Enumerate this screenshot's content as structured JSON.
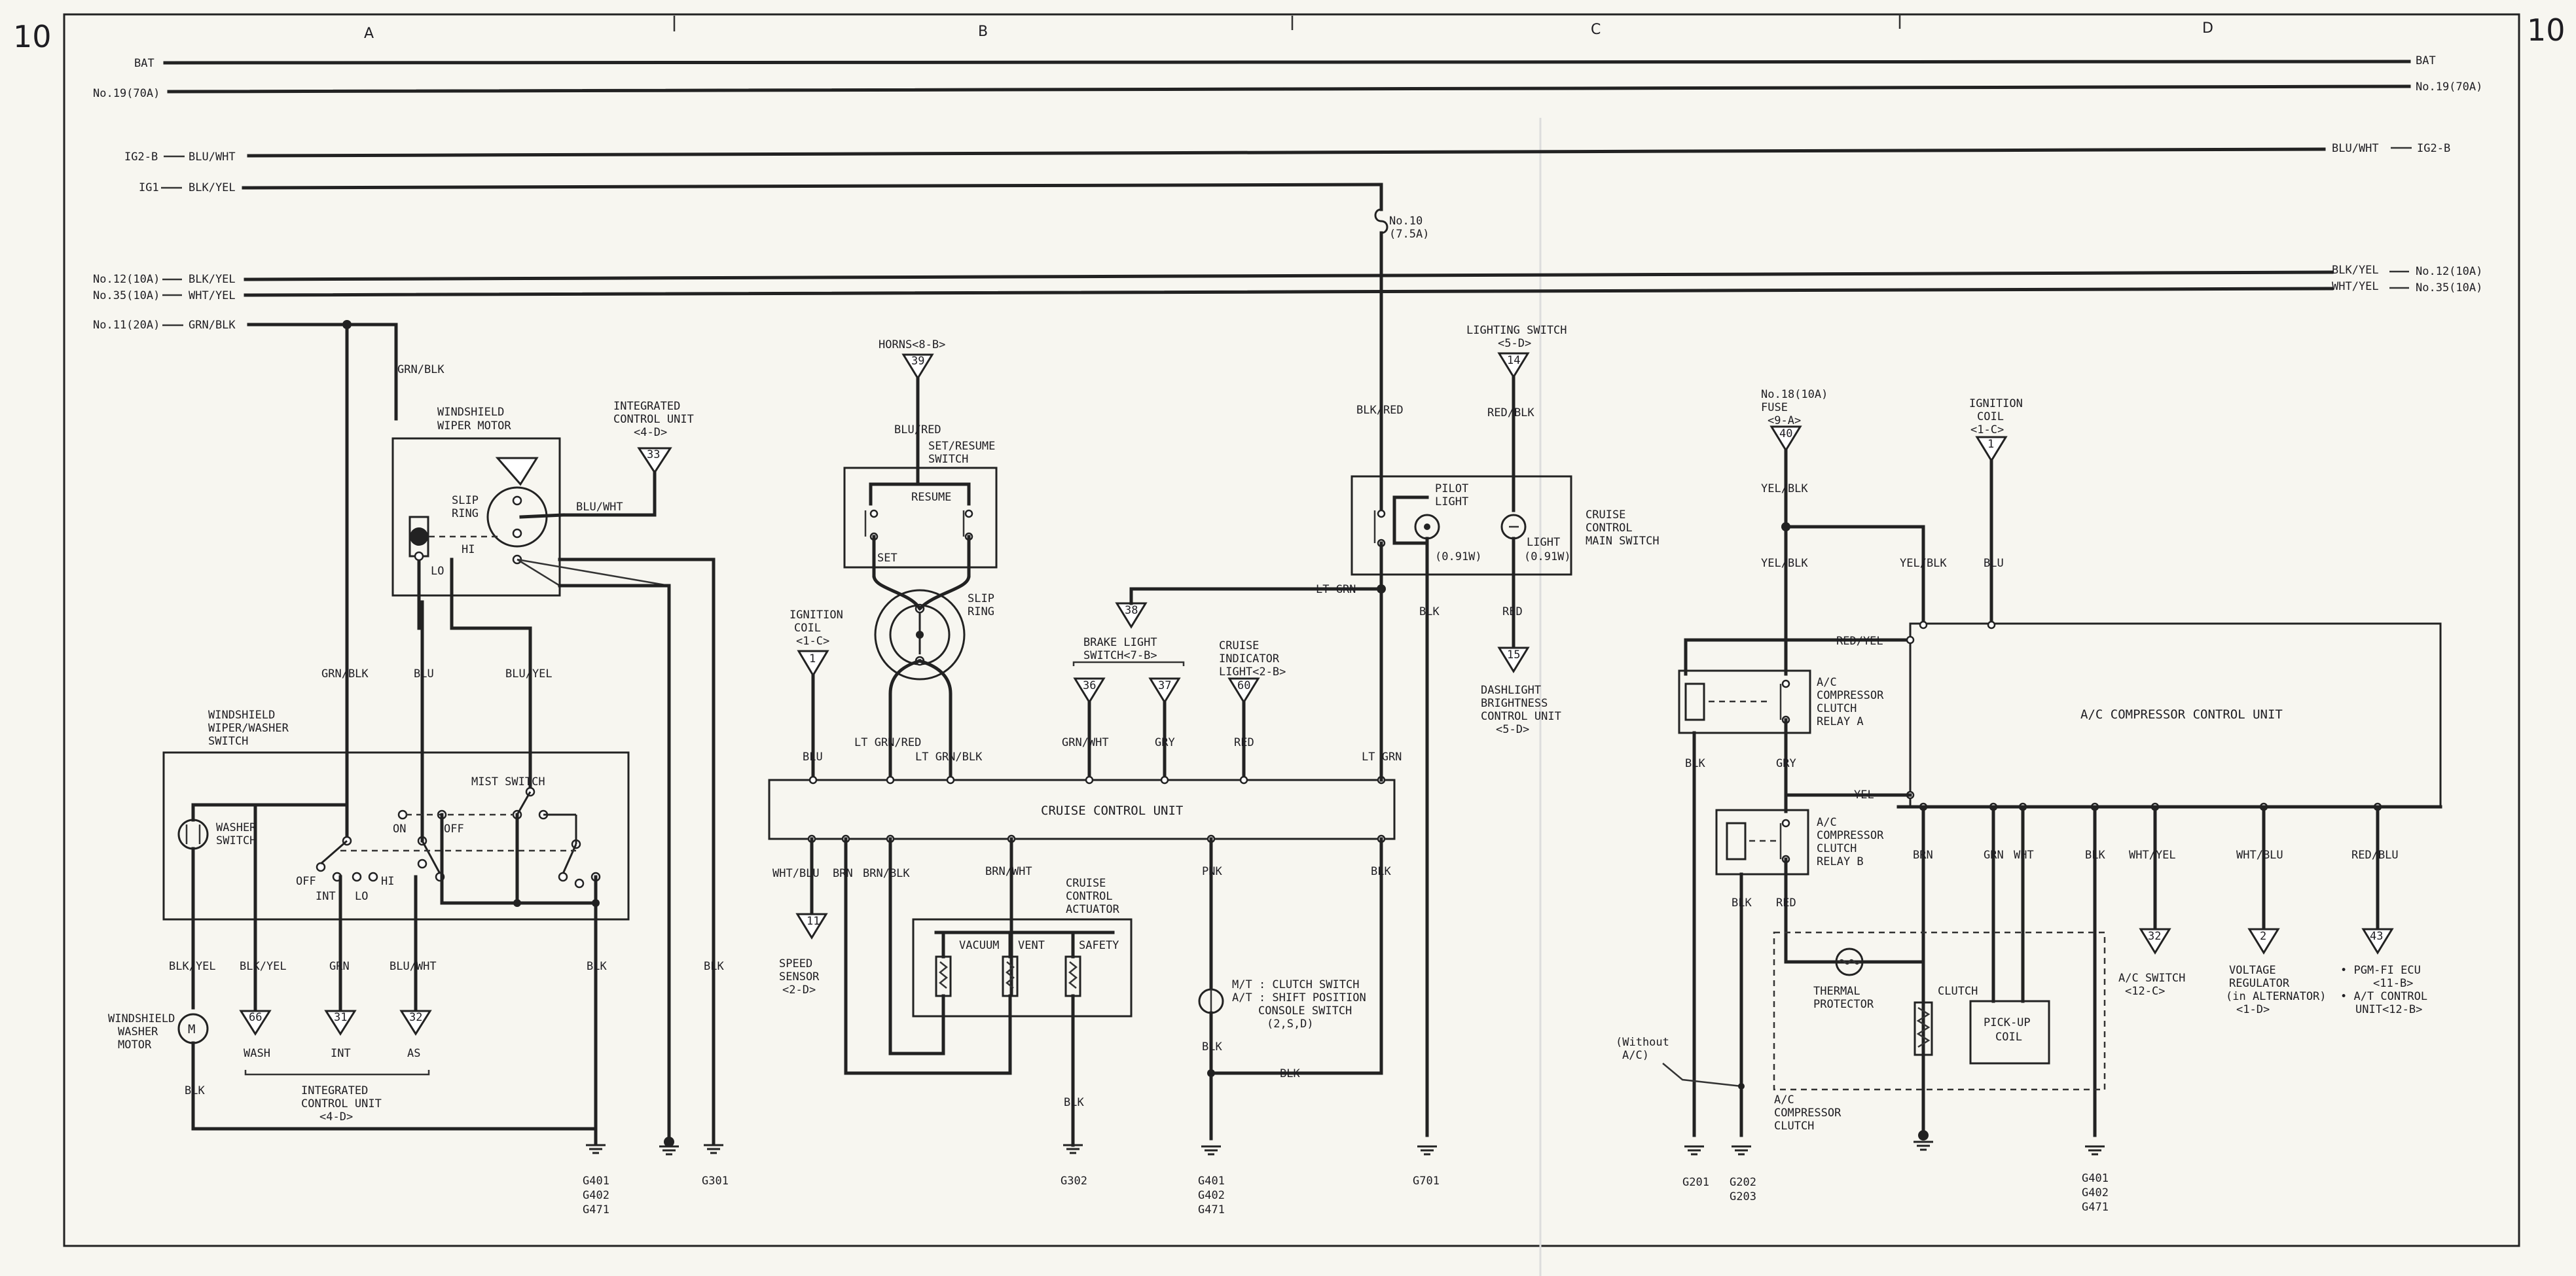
{
  "page": {
    "number_left": "10",
    "number_right": "10",
    "columns": [
      "A",
      "B",
      "C",
      "D"
    ]
  },
  "buses": {
    "bat_left": "BAT",
    "bat_right": "BAT",
    "no19_left": "No.19(70A)",
    "no19_right": "No.19(70A)",
    "ig2b_left": "IG2-B",
    "ig2b_left_wire": "BLU/WHT",
    "ig2b_right": "IG2-B",
    "ig2b_right_wire": "BLU/WHT",
    "ig1_left": "IG1",
    "ig1_left_wire": "BLK/YEL",
    "no12_left": "No.12(10A)",
    "no12_left_wire": "BLK/YEL",
    "no12_right": "No.12(10A)",
    "no12_right_wire": "BLK/YEL",
    "no35_left": "No.35(10A)",
    "no35_left_wire": "WHT/YEL",
    "no35_right": "No.35(10A)",
    "no35_right_wire": "WHT/YEL",
    "no11_left": "No.11(20A)",
    "no11_left_wire": "GRN/BLK"
  },
  "section_a": {
    "wire_grn_blk_top": "GRN/BLK",
    "wiper_motor_l1": "WINDSHIELD",
    "wiper_motor_l2": "WIPER MOTOR",
    "slip_ring_l1": "SLIP",
    "slip_ring_l2": "RING",
    "lo": "LO",
    "hi": "HI",
    "wire_blu_wht_motor": "BLU/WHT",
    "icu_l1": "INTEGRATED",
    "icu_l2": "CONTROL UNIT",
    "icu_l3": "<4-D>",
    "icu_pin": "33",
    "wire_grn_blk_mid": "GRN/BLK",
    "wire_blu_mid": "BLU",
    "wire_blu_yel_mid": "BLU/YEL",
    "sw_l1": "WINDSHIELD",
    "sw_l2": "WIPER/WASHER",
    "sw_l3": "SWITCH",
    "mist_switch": "MIST SWITCH",
    "on": "ON",
    "off_mist": "OFF",
    "washer_sw_l1": "WASHER",
    "washer_sw_l2": "SWITCH",
    "off": "OFF",
    "int": "INT",
    "lo2": "LO",
    "hi2": "HI",
    "wire_blk_yel_1": "BLK/YEL",
    "wire_blk_yel_2": "BLK/YEL",
    "wire_grn": "GRN",
    "wire_blu_wht_2": "BLU/WHT",
    "wire_blk_sw": "BLK",
    "wire_blk_right": "BLK",
    "pin_wash": "66",
    "pin_int": "31",
    "pin_as": "32",
    "wash": "WASH",
    "int_lbl": "INT",
    "as": "AS",
    "icu2_l1": "INTEGRATED",
    "icu2_l2": "CONTROL UNIT",
    "icu2_l3": "<4-D>",
    "washer_motor_l1": "WINDSHIELD",
    "washer_motor_l2": "WASHER",
    "washer_motor_l3": "MOTOR",
    "motor_m": "M",
    "wire_blk_motor": "BLK",
    "ground_1_l1": "G401",
    "ground_1_l2": "G402",
    "ground_1_l3": "G471",
    "ground_2": "G301"
  },
  "section_b": {
    "horns": "HORNS<8-B>",
    "horns_pin": "39",
    "wire_blu_red": "BLU/RED",
    "set_resume_l1": "SET/RESUME",
    "set_resume_l2": "SWITCH",
    "resume": "RESUME",
    "set": "SET",
    "slip_ring_l1": "SLIP",
    "slip_ring_l2": "RING",
    "ign_coil_l1": "IGNITION",
    "ign_coil_l2": "COIL",
    "ign_coil_l3": "<1-C>",
    "ign_coil_pin": "1",
    "wire_blu": "BLU",
    "wire_lt_grn_red": "LT GRN/RED",
    "wire_lt_grn_blk": "LT GRN/BLK",
    "brake_sw_l1": "BRAKE LIGHT",
    "brake_sw_l2": "SWITCH<7-B>",
    "brake_pin_1": "36",
    "brake_pin_2": "37",
    "pin_38": "38",
    "wire_grn_wht": "GRN/WHT",
    "wire_gry": "GRY",
    "cruise_ind_l1": "CRUISE",
    "cruise_ind_l2": "INDICATOR",
    "cruise_ind_l3": "LIGHT<2-B>",
    "cruise_ind_pin": "60",
    "wire_red": "RED",
    "wire_lt_grn": "LT GRN",
    "ccu": "CRUISE CONTROL UNIT",
    "wire_wht_blu": "WHT/BLU",
    "wire_brn": "BRN",
    "wire_brn_blk": "BRN/BLK",
    "wire_brn_wht": "BRN/WHT",
    "wire_pnk": "PNK",
    "wire_blk_ccu": "BLK",
    "speed_pin": "11",
    "speed_l1": "SPEED",
    "speed_l2": "SENSOR",
    "speed_l3": "<2-D>",
    "actuator_l1": "CRUISE",
    "actuator_l2": "CONTROL",
    "actuator_l3": "ACTUATOR",
    "vacuum": "VACUUM",
    "vent": "VENT",
    "safety": "SAFETY",
    "wire_blk_act": "BLK",
    "ground_g302": "G302",
    "clutch_sw_l1": "M/T : CLUTCH SWITCH",
    "clutch_sw_l2": "A/T : SHIFT POSITION",
    "clutch_sw_l3": "CONSOLE SWITCH",
    "clutch_sw_l4": "(2,S,D)",
    "wire_blk_clutch": "BLK",
    "wire_blk_link": "BLK",
    "ground_b_l1": "G401",
    "ground_b_l2": "G402",
    "ground_b_l3": "G471"
  },
  "section_c": {
    "fuse_l1": "No.10",
    "fuse_l2": "(7.5A)",
    "wire_blk_red": "BLK/RED",
    "lighting_sw_l1": "LIGHTING SWITCH",
    "lighting_sw_l2": "<5-D>",
    "lighting_pin": "14",
    "wire_red_blk": "RED/BLK",
    "pilot_l1": "PILOT",
    "pilot_l2": "LIGHT",
    "pilot_w": "(0.91W)",
    "light": "LIGHT",
    "light_w": "(0.91W)",
    "main_sw_l1": "CRUISE",
    "main_sw_l2": "CONTROL",
    "main_sw_l3": "MAIN SWITCH",
    "wire_lt_grn": "LT GRN",
    "wire_blk": "BLK",
    "wire_red": "RED",
    "dash_pin": "15",
    "dash_l1": "DASHLIGHT",
    "dash_l2": "BRIGHTNESS",
    "dash_l3": "CONTROL UNIT",
    "dash_l4": "<5-D>",
    "ground_g701": "G701"
  },
  "section_d": {
    "fuse18_l1": "No.18(10A)",
    "fuse18_l2": "FUSE",
    "fuse18_l3": "<9-A>",
    "fuse18_pin": "40",
    "ign_l1": "IGNITION",
    "ign_l2": "COIL",
    "ign_l3": "<1-C>",
    "ign_pin": "1",
    "wire_yel_blk_1": "YEL/BLK",
    "wire_yel_blk_2": "YEL/BLK",
    "wire_yel_blk_3": "YEL/BLK",
    "wire_blu": "BLU",
    "wire_red_yel": "RED/YEL",
    "relay_a_l1": "A/C",
    "relay_a_l2": "COMPRESSOR",
    "relay_a_l3": "CLUTCH",
    "relay_a_l4": "RELAY A",
    "acu": "A/C COMPRESSOR CONTROL UNIT",
    "wire_blk_a": "BLK",
    "wire_gry": "GRY",
    "wire_yel": "YEL",
    "relay_b_l1": "A/C",
    "relay_b_l2": "COMPRESSOR",
    "relay_b_l3": "CLUTCH",
    "relay_b_l4": "RELAY B",
    "wire_blk_b": "BLK",
    "wire_red_b": "RED",
    "wire_brn": "BRN",
    "wire_grn": "GRN",
    "wire_wht": "WHT",
    "wire_blk_c": "BLK",
    "wire_wht_yel": "WHT/YEL",
    "wire_wht_blu": "WHT/BLU",
    "wire_red_blu": "RED/BLU",
    "thermal_l1": "THERMAL",
    "thermal_l2": "PROTECTOR",
    "clutch": "CLUTCH",
    "pickup_l1": "PICK-UP",
    "pickup_l2": "COIL",
    "without_l1": "(Without",
    "without_l2": "A/C)",
    "compclutch_l1": "A/C",
    "compclutch_l2": "COMPRESSOR",
    "compclutch_l3": "CLUTCH",
    "acsw_pin": "32",
    "acsw_l1": "A/C SWITCH",
    "acsw_l2": "<12-C>",
    "vreg_pin": "2",
    "vreg_l1": "VOLTAGE",
    "vreg_l2": "REGULATOR",
    "vreg_l3": "(in ALTERNATOR)",
    "vreg_l4": "<1-D>",
    "pgm_pin": "43",
    "pgm_l1": "• PGM-FI ECU",
    "pgm_l2": "<11-B>",
    "pgm_l3": "• A/T CONTROL",
    "pgm_l4": "UNIT<12-B>",
    "g201": "G201",
    "g202": "G202",
    "g203": "G203",
    "gd_l1": "G401",
    "gd_l2": "G402",
    "gd_l3": "G471"
  }
}
